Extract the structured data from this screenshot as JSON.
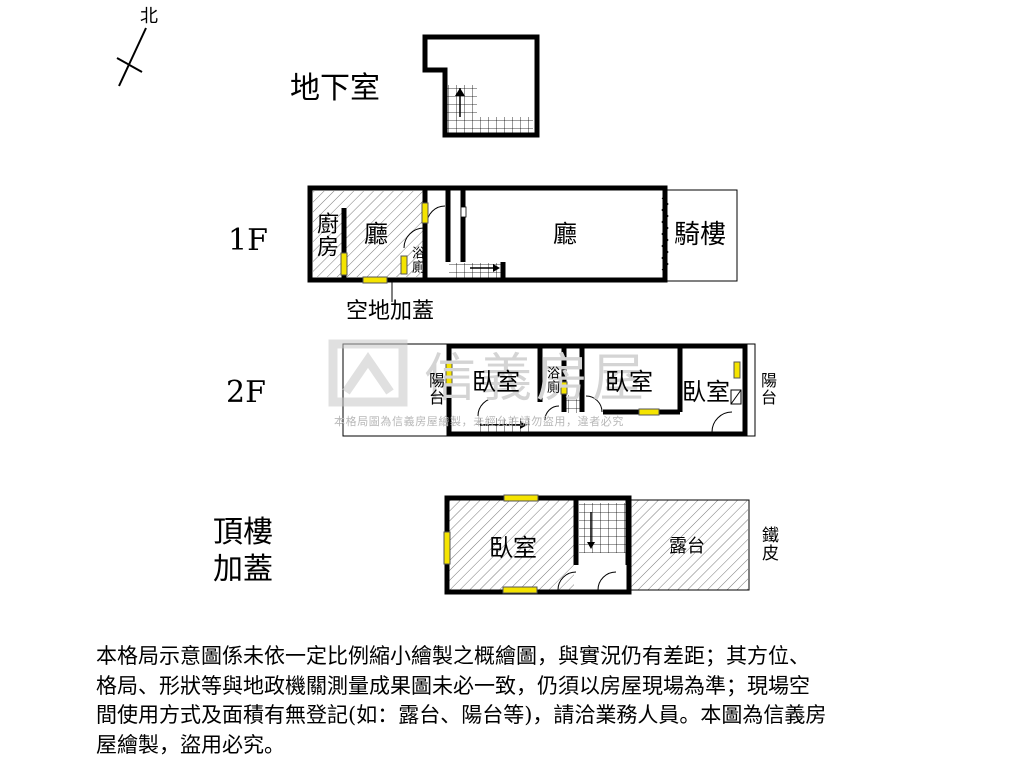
{
  "compass": {
    "north": "北"
  },
  "floors": {
    "basement": {
      "label": "地下室"
    },
    "first": {
      "label": "1F",
      "rooms": {
        "kitchen": "廚房",
        "living1": "廳",
        "bath": "浴廁",
        "living2": "廳",
        "arcade": "騎樓"
      },
      "annex": "空地加蓋"
    },
    "second": {
      "label": "2F",
      "rooms": {
        "balcony_w": "陽台",
        "bed1": "臥室",
        "bath": "浴廁",
        "bed2": "臥室",
        "bed3": "臥室",
        "balcony_e": "陽台"
      }
    },
    "roof": {
      "label_line1": "頂樓",
      "label_line2": "加蓋",
      "rooms": {
        "bed": "臥室",
        "terrace": "露台",
        "tin": "鐵皮"
      }
    }
  },
  "watermark": {
    "brand": "信義房屋",
    "note": "本格局圖為信義房屋繪製，未經允許請勿盜用，違者必究"
  },
  "disclaimer": {
    "line1": "本格局示意圖係未依一定比例縮小繪製之概繪圖，與實況仍有差距；其方位、",
    "line2": "格局、形狀等與地政機關測量成果圖未必一致，仍須以房屋現場為準；現場空",
    "line3": "間使用方式及面積有無登記(如：露台、陽台等)，請洽業務人員。本圖為信義房",
    "line4": "屋繪製，盜用必究。"
  },
  "colors": {
    "wall": "#000000",
    "window": "#f5e400",
    "hatch": "#7a7a7a",
    "watermark": "#d4d4d4"
  }
}
